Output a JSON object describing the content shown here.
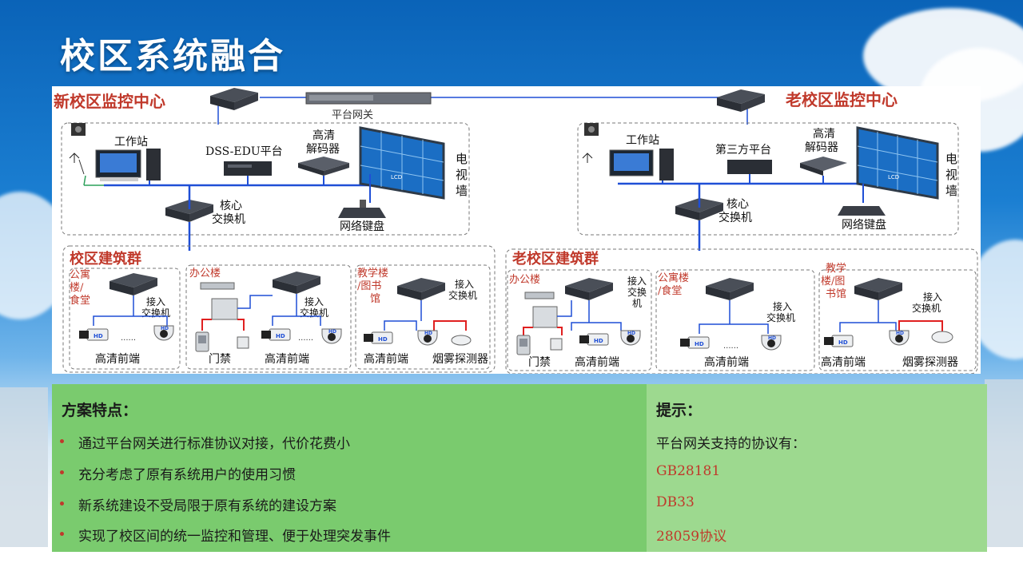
{
  "slide_title": "校区系统融合",
  "diagram": {
    "platform_gateway": "平台网关",
    "new_center": {
      "title": "新校区监控中心",
      "workstation": "工作站",
      "platform": "DSS-EDU平台",
      "decoder": "高清\n解码器",
      "video_wall": "电\n视\n墙",
      "core_switch": "核心\n交换机",
      "keyboard": "网络键盘"
    },
    "old_center": {
      "title": "老校区监控中心",
      "workstation": "工作站",
      "platform": "第三方平台",
      "decoder": "高清\n解码器",
      "video_wall": "电\n视\n墙",
      "core_switch": "核心\n交换机",
      "keyboard": "网络键盘"
    },
    "new_buildings": {
      "title": "校区建筑群",
      "dorm": {
        "label": "公寓\n楼/\n食堂",
        "switch": "接入\n交换机",
        "front": "高清前端"
      },
      "office": {
        "label": "办公楼",
        "switch": "接入\n交换机",
        "door": "门禁",
        "front": "高清前端"
      },
      "teaching": {
        "label": "教学楼\n/图书\n馆",
        "switch": "接入\n交换机",
        "front": "高清前端",
        "smoke": "烟雾探测器"
      }
    },
    "old_buildings": {
      "title": "老校区建筑群",
      "office": {
        "label": "办公楼",
        "switch": "接入\n交换\n机",
        "door": "门禁",
        "front": "高清前端"
      },
      "dorm": {
        "label": "公寓楼\n/食堂",
        "switch": "接入\n交换机",
        "front": "高清前端"
      },
      "teaching": {
        "label": "教学\n楼/图\n书馆",
        "switch": "接入\n交换机",
        "front": "高清前端",
        "smoke": "烟雾探测器"
      }
    },
    "lcd": "LCD",
    "hd": "HD",
    "dots": "......"
  },
  "features": {
    "heading": "方案特点：",
    "items": [
      "通过平台网关进行标准协议对接，代价花费小",
      "充分考虑了原有系统用户的使用习惯",
      "新系统建设不受局限于原有系统的建设方案",
      "实现了校区间的统一监控和管理、便于处理突发事件"
    ]
  },
  "tips": {
    "heading": "提示：",
    "intro": "平台网关支持的协议有：",
    "protocols": [
      "GB28181",
      "DB33",
      "28059协议"
    ]
  },
  "colors": {
    "protocol_red": "#c0392b",
    "center_title_red": "#c0392b",
    "wire_blue": "#1f4fd6",
    "wire_red": "#e02020",
    "wire_green": "#2ca05a"
  }
}
